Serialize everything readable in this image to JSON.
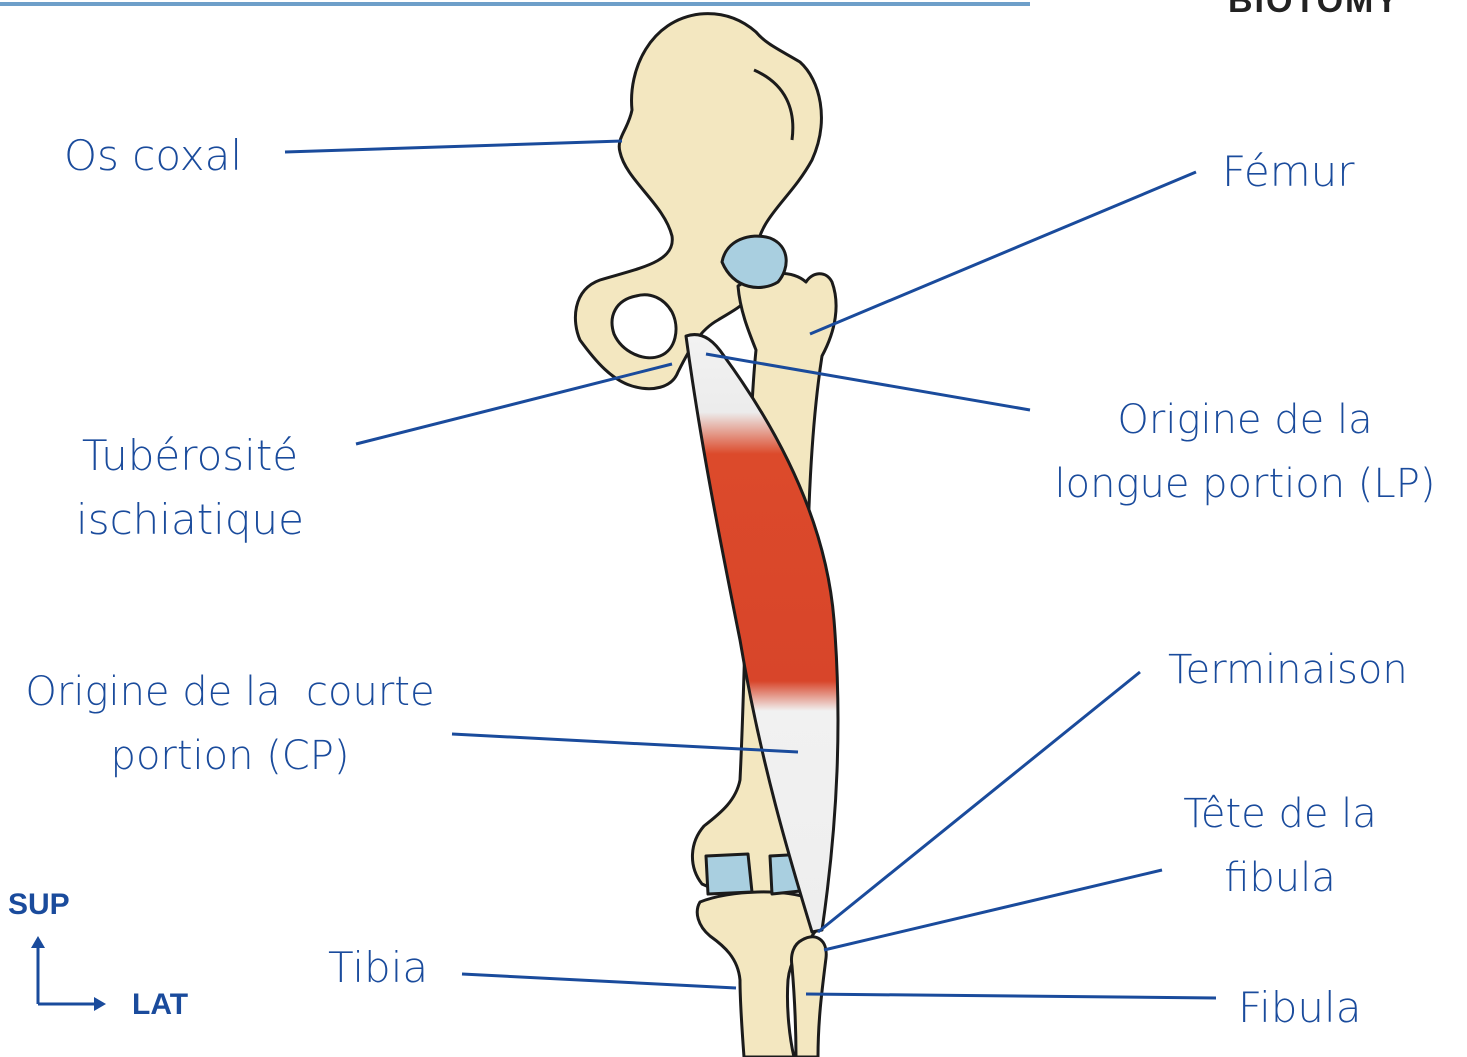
{
  "brand": "BIOTOMY",
  "labels": {
    "os_coxal": "Os coxal",
    "femur": "Fémur",
    "tuberosite": [
      "Tubérosité",
      "ischiatique"
    ],
    "origine_lp": [
      "Origine de la",
      "longue portion (LP)"
    ],
    "origine_cp": [
      "Origine de la  courte",
      "portion (CP)"
    ],
    "terminaison": "Terminaison",
    "tete_fibula": [
      "Tête de la",
      "fibula"
    ],
    "tibia": "Tibia",
    "fibula": "Fibula"
  },
  "orientation": {
    "sup": "SUP",
    "lat": "LAT"
  },
  "colors": {
    "label": "#1a4b9c",
    "leader": "#1a4b9c",
    "bone": "#f3e7c0",
    "cartilage": "#a9cfe0",
    "muscle": "#dd4a2c",
    "tendon": "#f1f1f1",
    "outline": "#1b1b1b",
    "top_bar": "#6e9fc9"
  }
}
